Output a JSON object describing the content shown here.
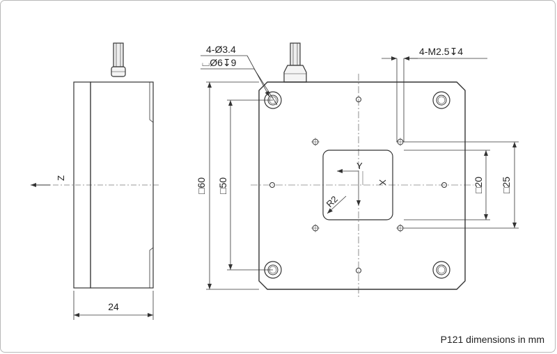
{
  "labels": {
    "hole_count_dia": "4-Ø3.4",
    "counterbore": "⌴Ø6↧9",
    "thread": "4-M2.5↧4",
    "dim_60": "□60",
    "dim_50": "□50",
    "dim_20": "□20",
    "dim_25": "□25",
    "dim_24": "24",
    "radius": "R2",
    "axis_x": "X",
    "axis_y": "Y",
    "axis_z": "Z"
  },
  "caption": "P121 dimensions in mm"
}
